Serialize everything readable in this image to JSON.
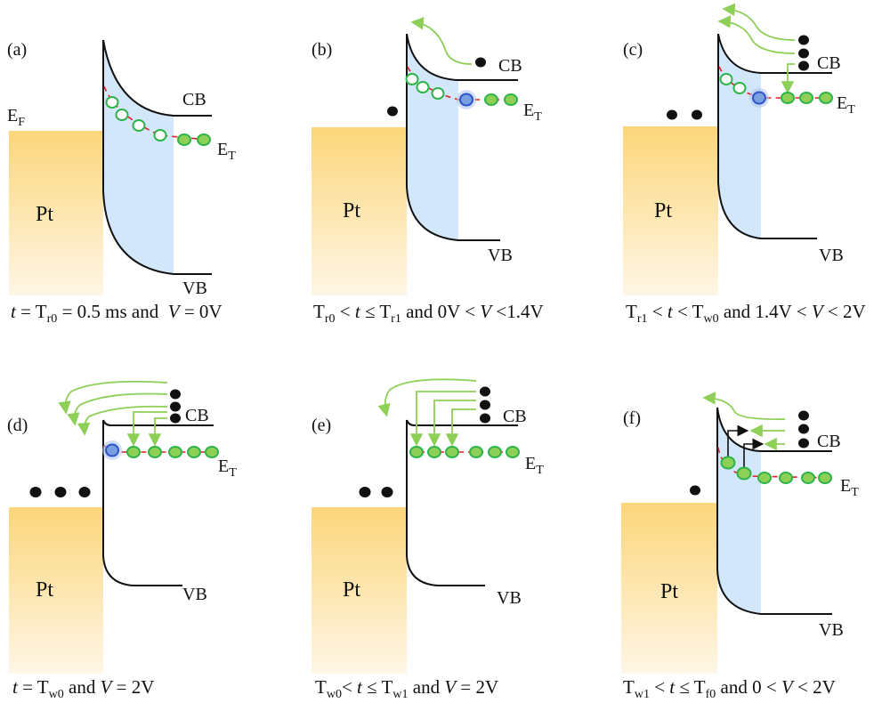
{
  "labels": {
    "cb": "CB",
    "vb": "VB",
    "e": "E",
    "t_sub": "T",
    "f_sub": "F",
    "metal": "Pt"
  },
  "colors": {
    "metal_top": "#fcd67a",
    "metal_bottom": "#fef6e6",
    "depletion": "#d3e7fb",
    "trap_line": "#e02020",
    "trap": "#8dcf57",
    "arrow": "#8dcf57"
  },
  "panels": [
    {
      "id": "a",
      "tag": "(a)",
      "caption": [
        {
          "text": "t",
          "style": "i"
        },
        {
          "text": " = T",
          "style": ""
        },
        {
          "text": "r0",
          "style": "sub"
        },
        {
          "text": " = 0.5 ms and  ",
          "style": ""
        },
        {
          "text": "V",
          "style": "i"
        },
        {
          "text": " = 0V",
          "style": ""
        }
      ]
    },
    {
      "id": "b",
      "tag": "(b)",
      "caption": [
        {
          "text": "T",
          "style": ""
        },
        {
          "text": "r0",
          "style": "sub"
        },
        {
          "text": " < ",
          "style": ""
        },
        {
          "text": "t",
          "style": "i"
        },
        {
          "text": " ≤ T",
          "style": ""
        },
        {
          "text": "r1",
          "style": "sub"
        },
        {
          "text": " and 0V < ",
          "style": ""
        },
        {
          "text": "V",
          "style": "i"
        },
        {
          "text": " <1.4V",
          "style": ""
        }
      ]
    },
    {
      "id": "c",
      "tag": "(c)",
      "caption": [
        {
          "text": "T",
          "style": ""
        },
        {
          "text": "r1",
          "style": "sub"
        },
        {
          "text": " < ",
          "style": ""
        },
        {
          "text": "t",
          "style": "i"
        },
        {
          "text": " < T",
          "style": ""
        },
        {
          "text": "w0",
          "style": "sub"
        },
        {
          "text": " and 1.4V < ",
          "style": ""
        },
        {
          "text": "V",
          "style": "i"
        },
        {
          "text": " < 2V",
          "style": ""
        }
      ]
    },
    {
      "id": "d",
      "tag": "(d)",
      "caption": [
        {
          "text": "t",
          "style": "i"
        },
        {
          "text": " = T",
          "style": ""
        },
        {
          "text": "w0",
          "style": "sub"
        },
        {
          "text": " and ",
          "style": ""
        },
        {
          "text": "V",
          "style": "i"
        },
        {
          "text": " = 2V",
          "style": ""
        }
      ]
    },
    {
      "id": "e",
      "tag": "(e)",
      "caption": [
        {
          "text": "T",
          "style": ""
        },
        {
          "text": "w0",
          "style": "sub"
        },
        {
          "text": "< ",
          "style": ""
        },
        {
          "text": "t",
          "style": "i"
        },
        {
          "text": " ≤ T",
          "style": ""
        },
        {
          "text": "w1",
          "style": "sub"
        },
        {
          "text": " and ",
          "style": ""
        },
        {
          "text": "V",
          "style": "i"
        },
        {
          "text": " = 2V",
          "style": ""
        }
      ]
    },
    {
      "id": "f",
      "tag": "(f)",
      "caption": [
        {
          "text": "T",
          "style": ""
        },
        {
          "text": "w1",
          "style": "sub"
        },
        {
          "text": " < ",
          "style": ""
        },
        {
          "text": "t",
          "style": "i"
        },
        {
          "text": " ≤ T",
          "style": ""
        },
        {
          "text": "f0",
          "style": "sub"
        },
        {
          "text": " and 0 < ",
          "style": ""
        },
        {
          "text": "V",
          "style": "i"
        },
        {
          "text": " < 2V",
          "style": ""
        }
      ]
    }
  ]
}
